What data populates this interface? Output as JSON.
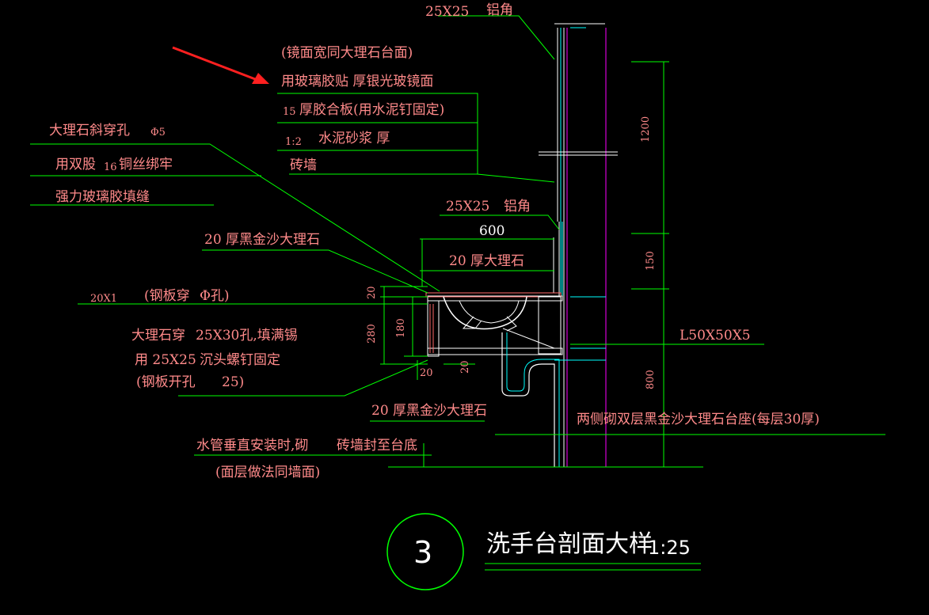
{
  "colors": {
    "background": "#000000",
    "leader_line": "#00ff00",
    "annotation_text": "#ff8a8a",
    "wall_line": "#ffffff",
    "section_line": "#00ffff",
    "wall_axis": "#ff00ff",
    "highlight_arrow": "#ff2020",
    "title_text": "#ffffff"
  },
  "annotations": {
    "top_angle": {
      "size": "25X25",
      "name": "铝角"
    },
    "mirror_note": "(镜面宽同大理石台面)",
    "mirror_glass": "用玻璃胶贴 厚银光玻镜面",
    "plywood": {
      "size": "15",
      "text": "厚胶合板(用水泥钉固定)"
    },
    "mortar": {
      "ratio": "1:2",
      "text": "水泥砂浆 厚"
    },
    "brick_wall": "砖墙",
    "marble_hole": {
      "text": "大理石斜穿孔",
      "dia": "Φ5"
    },
    "copper_wire": {
      "pre": "用双股",
      "num": "16",
      "post": "铜丝绑牢"
    },
    "glue_seal": "强力玻璃胶填缝",
    "mid_angle": {
      "size": "25X25",
      "name": "铝角"
    },
    "dim_600": "600",
    "marble_20": "20 厚大理石",
    "black_marble_top": "20 厚黑金沙大理石",
    "steel_plate": {
      "size": "20X1",
      "text": "(钢板穿",
      "tail": "Φ孔)"
    },
    "marble_hole_fill": {
      "a": "大理石穿",
      "b": "25X30孔,填满锡"
    },
    "screw_fix": {
      "a": "用 25X25",
      "b": "沉头螺钉固定"
    },
    "plate_hole": {
      "a": "(钢板开孔",
      "b": "25)"
    },
    "black_marble_bottom": "20 厚黑金沙大理石",
    "angle_steel": "L50X50X5",
    "side_base": "两侧砌双层黑金沙大理石台座(每层30厚)",
    "pipe_note": {
      "a": "水管垂直安装时,砌",
      "b": "砖墙封至台底"
    },
    "pipe_finish": "(面层做法同墙面)"
  },
  "dimensions": {
    "d1200": "1200",
    "d150": "150",
    "d800": "800",
    "d280": "280",
    "d180": "180",
    "d20a": "20",
    "d20b": "20",
    "d20c": "20"
  },
  "title": {
    "number": "3",
    "text": "洗手台剖面大样",
    "scale": "1:25"
  }
}
